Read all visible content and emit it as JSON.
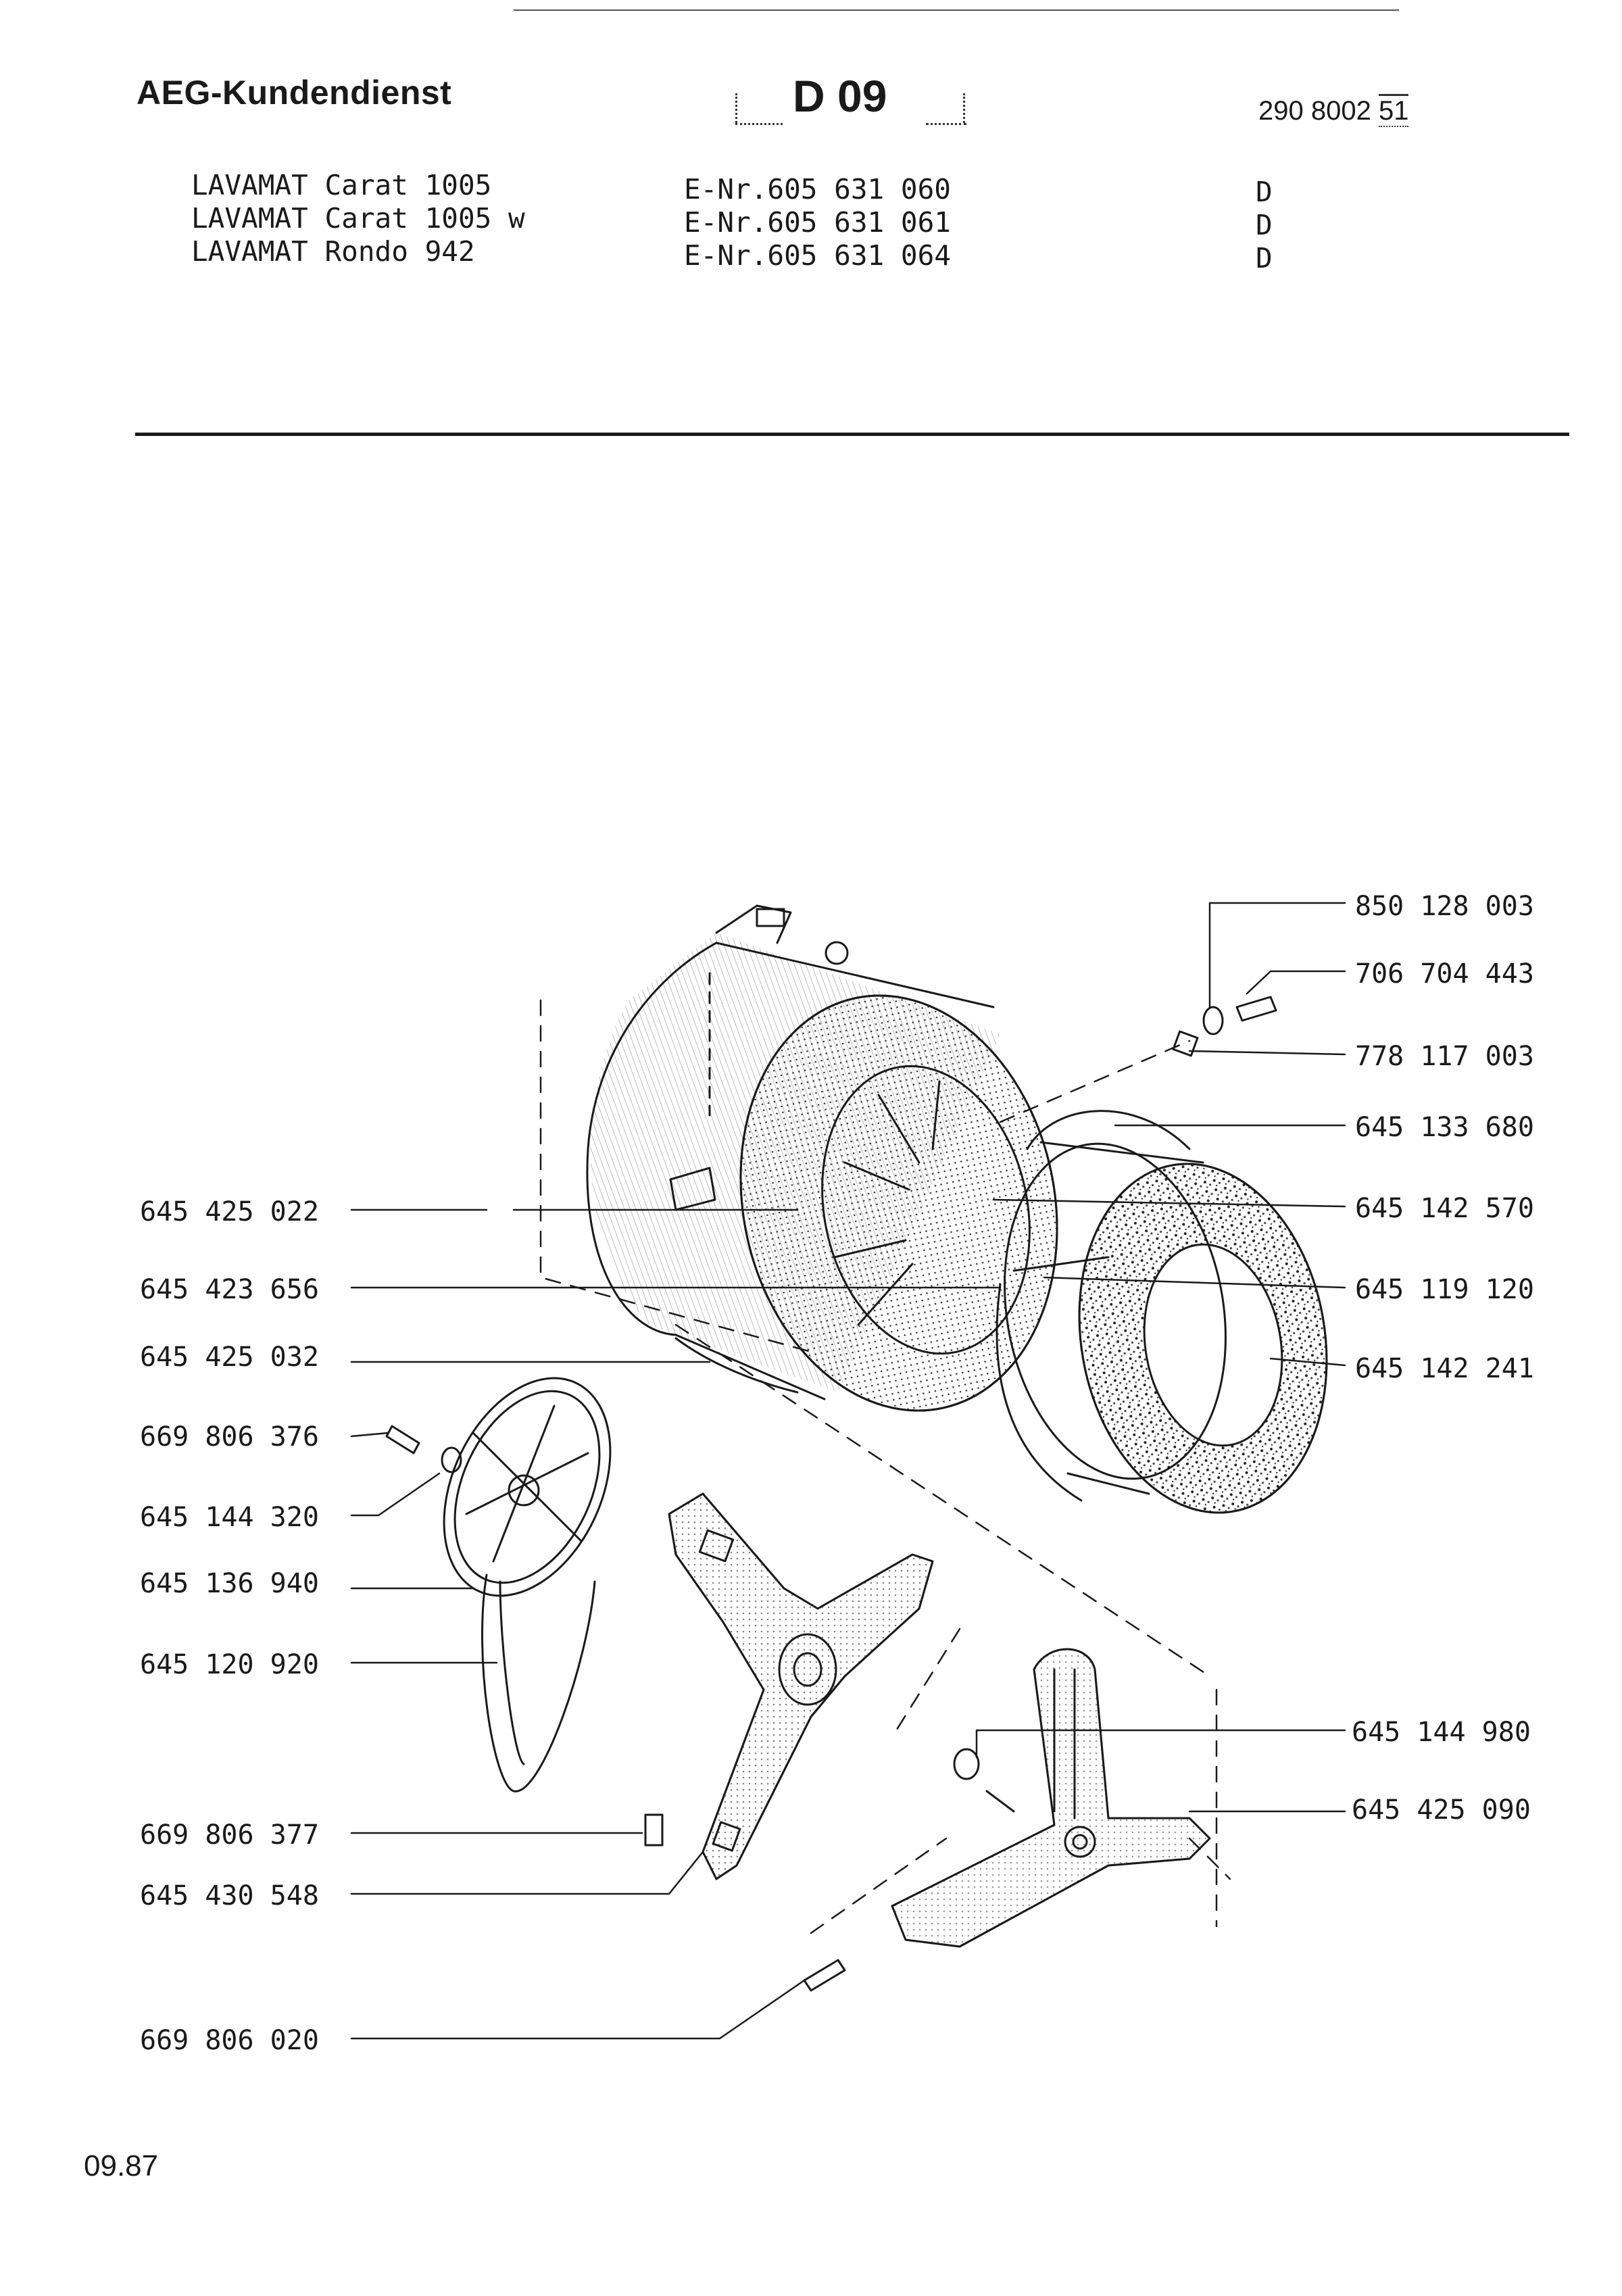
{
  "header": {
    "brand": "AEG-Kundendienst",
    "sheet_code": "D 09",
    "doc_number": "290 8002",
    "doc_suffix": "51"
  },
  "models": [
    {
      "name": "LAVAMAT Carat 1005",
      "enr": "E-Nr.605 631 060",
      "country": "D"
    },
    {
      "name": "LAVAMAT Carat 1005 w",
      "enr": "E-Nr.605 631 061",
      "country": "D"
    },
    {
      "name": "LAVAMAT Rondo 942",
      "enr": "E-Nr.605 631 064",
      "country": "D"
    }
  ],
  "parts_right": [
    "850 128 003",
    "706 704 443",
    "778 117 003",
    "645 133 680",
    "645 142 570",
    "645 119 120",
    "645 142 241",
    "645 144 980",
    "645 425 090"
  ],
  "parts_left": [
    "645 425 022",
    "645 423 656",
    "645 425 032",
    "669 806 376",
    "645 144 320",
    "645 136 940",
    "645 120 920",
    "669 806 377",
    "645 430 548",
    "669 806 020"
  ],
  "footer": {
    "date": "09.87"
  }
}
